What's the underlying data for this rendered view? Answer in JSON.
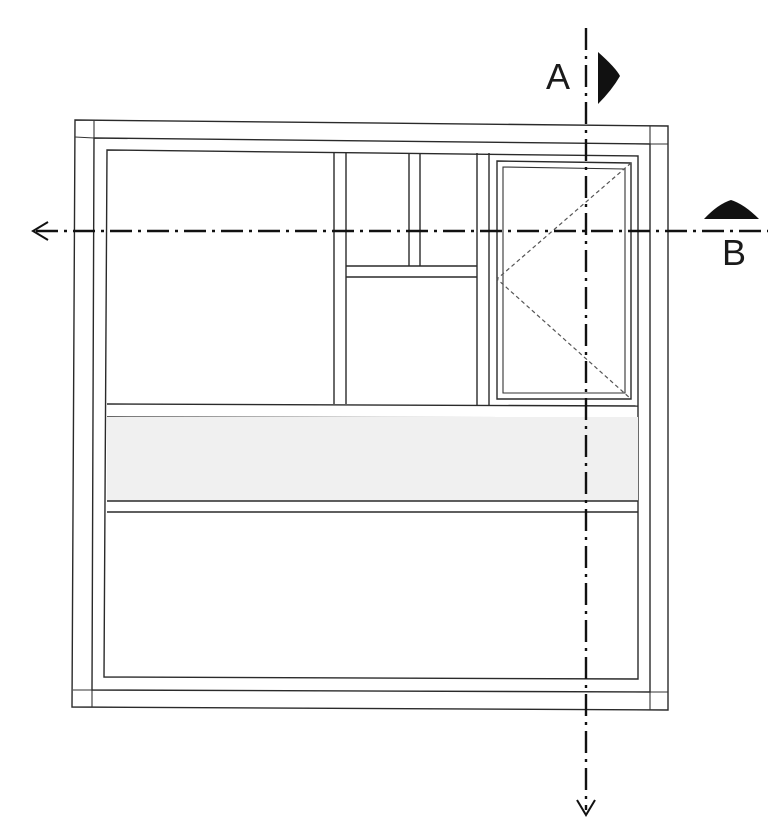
{
  "drawing": {
    "type": "window elevation with section cut lines",
    "fixed_panel_fill": "#f0f0f0",
    "line_color": "#2a2a2a",
    "sections": [
      {
        "id": "A",
        "label": "A",
        "direction": "vertical",
        "arrow_end": "bottom",
        "view_marker": "right"
      },
      {
        "id": "B",
        "label": "B",
        "direction": "horizontal",
        "arrow_end": "left",
        "view_marker": "up"
      }
    ]
  }
}
